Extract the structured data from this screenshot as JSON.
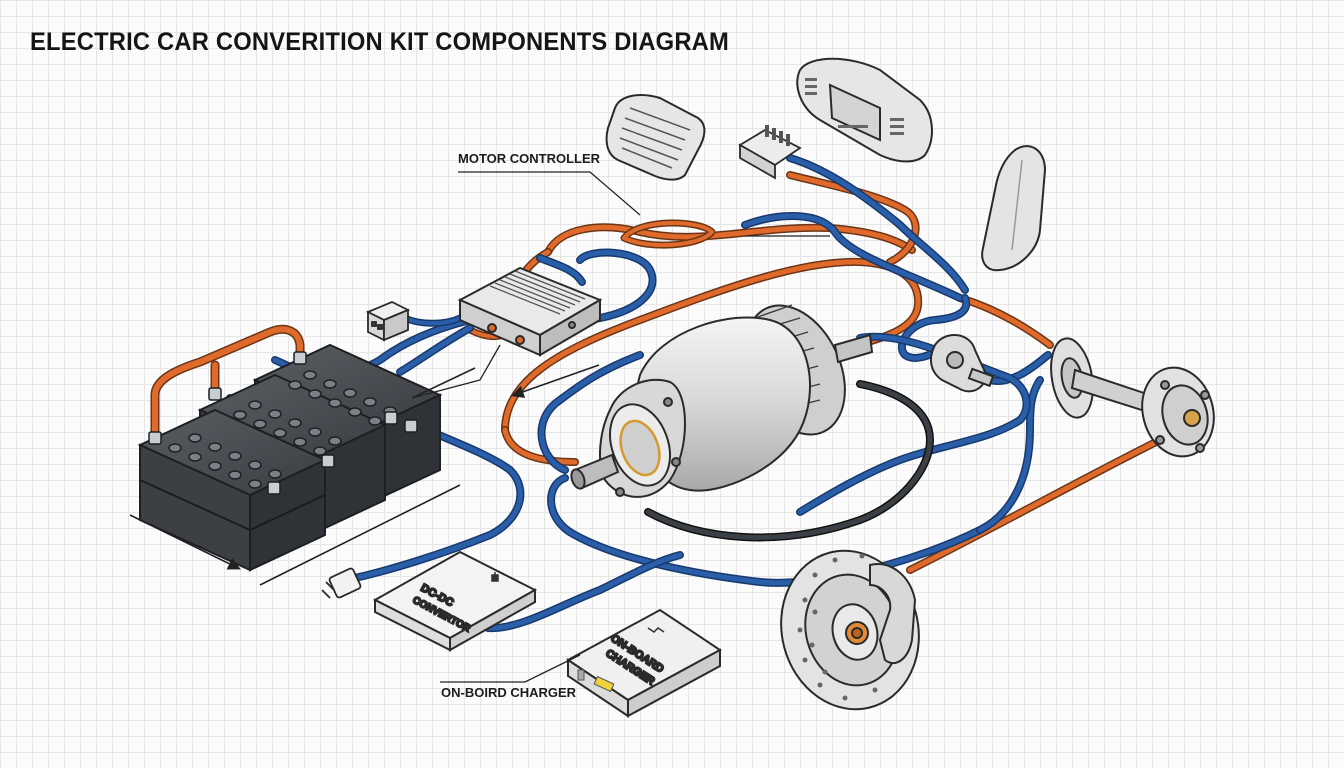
{
  "title": "ELECTRIC CAR CONVERITION KIT COMPONENTS DIAGRAM",
  "labels": {
    "motor_controller": "MOTOR CONTROLLER",
    "on_board_charger_callout": "ON-BOIRD CHARGER",
    "dcdc_box_line1": "DC-DC",
    "dcdc_box_line2": "CONVERTOR",
    "charger_box_line1": "ON-BOARD",
    "charger_box_line2": "CHARGER"
  },
  "colors": {
    "high_voltage_cable": "#e06a2c",
    "low_voltage_cable": "#2b5ea8",
    "motor_feedback_cable": "#2e3338",
    "outline": "#2a2a2a"
  }
}
